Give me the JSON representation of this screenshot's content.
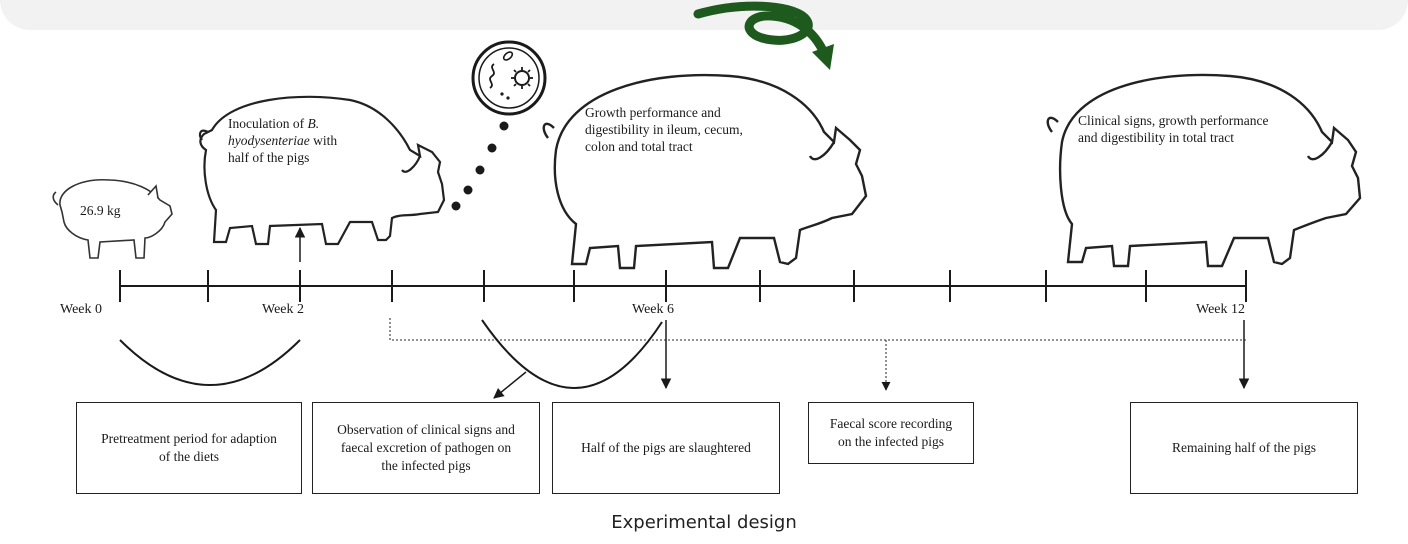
{
  "pig_labels": {
    "small_pig_weight": "26.9 kg",
    "pig2_text_line1": "Inoculation of ",
    "pig2_text_italic1": "B.",
    "pig2_text_italic2": "hyodysenteriae",
    "pig2_text_line2_rest": " with",
    "pig2_text_line3": "half of the pigs",
    "pig3_text": [
      "Growth performance and",
      "digestibility in ileum, cecum,",
      "colon and total tract"
    ],
    "pig4_text": [
      "Clinical signs, growth performance",
      "and digestibility in total tract"
    ]
  },
  "weeks": [
    "Week 0",
    "Week 2",
    "Week 6",
    "Week 12"
  ],
  "boxes": {
    "pretreatment": [
      "Pretreatment period for adaption",
      "of the diets"
    ],
    "observation": [
      "Observation of clinical signs and",
      "faecal excretion of pathogen on",
      "the infected pigs"
    ],
    "slaughter": [
      "Half of the pigs are slaughtered"
    ],
    "faecal_score": [
      "Faecal score recording",
      "on the infected pigs"
    ],
    "remaining": [
      "Remaining half of the pigs"
    ]
  },
  "caption": "Experimental design",
  "colors": {
    "arrow_green": "#1e5a1e",
    "line": "#1a1a1a"
  },
  "icons": {
    "pathogen": "pathogen-petri-dish-icon",
    "curl_arrow": "curved-arrow-icon"
  }
}
